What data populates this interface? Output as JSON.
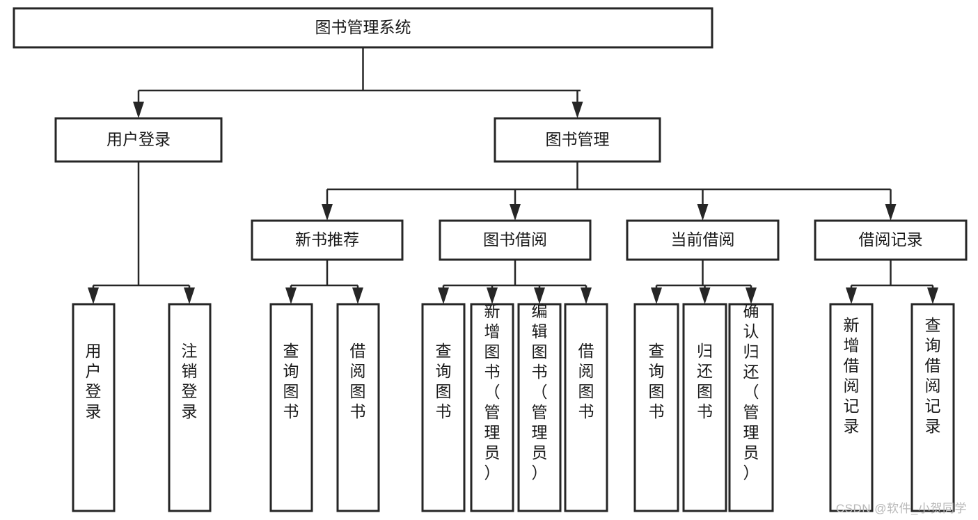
{
  "diagram": {
    "title": "图书管理系统",
    "type": "hierarchy-tree",
    "watermark": "CSDN @软件_小贺同学",
    "colors": {
      "stroke": "#262626",
      "fill": "#ffffff",
      "text": "#1a1a1a",
      "watermark": "#b8b8b8"
    },
    "levels": {
      "root": {
        "label": "图书管理系统"
      },
      "level2": [
        {
          "label": "用户登录"
        },
        {
          "label": "图书管理"
        }
      ],
      "level3": [
        {
          "label": "新书推荐"
        },
        {
          "label": "图书借阅"
        },
        {
          "label": "当前借阅"
        },
        {
          "label": "借阅记录"
        }
      ],
      "leaves": [
        {
          "label": "用户登录",
          "parent": "用户登录"
        },
        {
          "label": "注销登录",
          "parent": "用户登录"
        },
        {
          "label": "查询图书",
          "parent": "新书推荐"
        },
        {
          "label": "借阅图书",
          "parent": "新书推荐"
        },
        {
          "label": "查询图书",
          "parent": "图书借阅"
        },
        {
          "label": "新增图书（管理员）",
          "parent": "图书借阅"
        },
        {
          "label": "编辑图书（管理员）",
          "parent": "图书借阅"
        },
        {
          "label": "借阅图书",
          "parent": "图书借阅"
        },
        {
          "label": "查询图书",
          "parent": "当前借阅"
        },
        {
          "label": "归还图书",
          "parent": "当前借阅"
        },
        {
          "label": "确认归还（管理员）",
          "parent": "当前借阅"
        },
        {
          "label": "新增借阅记录",
          "parent": "借阅记录"
        },
        {
          "label": "查询借阅记录",
          "parent": "借阅记录"
        }
      ]
    }
  }
}
